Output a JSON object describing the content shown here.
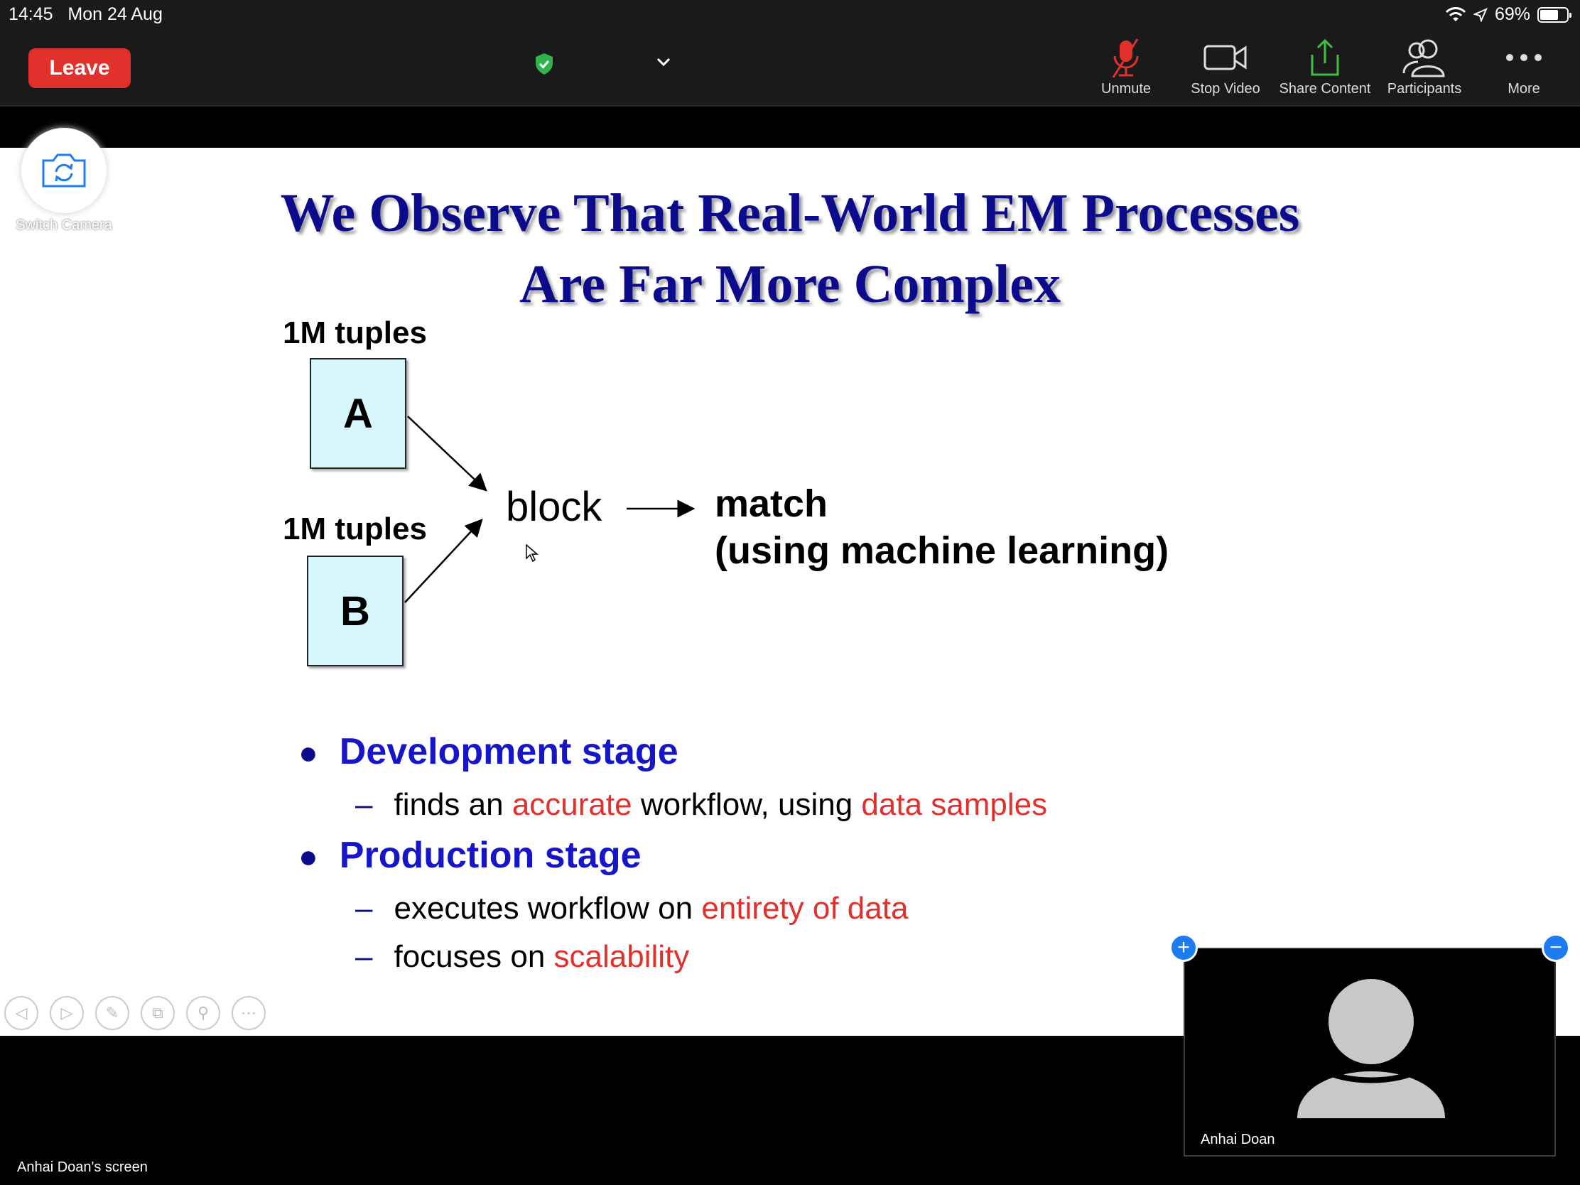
{
  "status_bar": {
    "time": "14:45",
    "date": "Mon 24 Aug",
    "battery": "69%"
  },
  "toolbar": {
    "leave_label": "Leave",
    "unmute_label": "Unmute",
    "stop_video_label": "Stop Video",
    "share_content_label": "Share Content",
    "participants_label": "Participants",
    "more_label": "More",
    "accent_red": "#e0312d",
    "share_green": "#3fbf3f"
  },
  "switch_camera_label": "Switch Camera",
  "slide": {
    "title_line1": "We Observe That Real-World EM Processes",
    "title_line2": "Are Far More Complex",
    "diagram": {
      "label_a_tuples": "1M tuples",
      "label_b_tuples": "1M tuples",
      "box_a": "A",
      "box_b": "B",
      "block": "block",
      "match_line1": "match",
      "match_line2": "(using machine learning)"
    },
    "bullets": [
      {
        "title": "Development stage"
      },
      {
        "title": "Production stage"
      }
    ],
    "sub1": {
      "pre": "finds an ",
      "hl1": "accurate",
      "mid": " workflow, using ",
      "hl2": "data samples"
    },
    "sub2": {
      "pre": "executes workflow on ",
      "hl": "entirety of data"
    },
    "sub3": {
      "pre": "focuses on ",
      "hl": "scalability"
    }
  },
  "screen_label": "Anhai Doan's screen",
  "video": {
    "participant_name": "Anhai Doan"
  }
}
